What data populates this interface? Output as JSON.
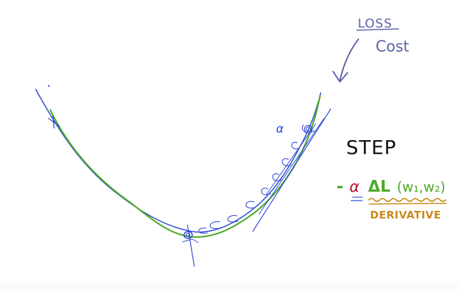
{
  "labels": {
    "loss": "LOSS",
    "cost": "Cost",
    "alpha": "α",
    "step": "STEP",
    "minus": "-",
    "alpha_formula": "α",
    "gradient": "ΔL",
    "weights": "(w₁,w₂)",
    "derivative": "DERIVATIVE"
  },
  "colors": {
    "blue": "#2b47d6",
    "purple": "#5a62a8",
    "green": "#4caa2a",
    "red": "#c0142c",
    "orange": "#c98a1c",
    "black": "#111111"
  }
}
